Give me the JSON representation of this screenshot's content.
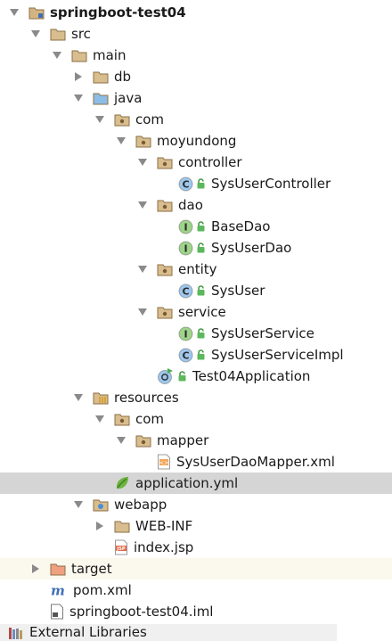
{
  "tree": [
    {
      "label": "springboot-test04",
      "icon": "module-folder-icon",
      "arrow": "down",
      "depth": 0,
      "bold": true
    },
    {
      "label": "src",
      "icon": "folder-icon",
      "arrow": "down",
      "depth": 1
    },
    {
      "label": "main",
      "icon": "folder-icon",
      "arrow": "down",
      "depth": 2
    },
    {
      "label": "db",
      "icon": "folder-icon",
      "arrow": "right",
      "depth": 3
    },
    {
      "label": "java",
      "icon": "source-folder-icon",
      "arrow": "down",
      "depth": 3
    },
    {
      "label": "com",
      "icon": "package-icon",
      "arrow": "down",
      "depth": 4
    },
    {
      "label": "moyundong",
      "icon": "package-icon",
      "arrow": "down",
      "depth": 5
    },
    {
      "label": "controller",
      "icon": "package-icon",
      "arrow": "down",
      "depth": 6
    },
    {
      "label": "SysUserController",
      "icon": "class-icon",
      "arrow": "none",
      "depth": 7,
      "lock": true
    },
    {
      "label": "dao",
      "icon": "package-icon",
      "arrow": "down",
      "depth": 6
    },
    {
      "label": "BaseDao",
      "icon": "interface-icon",
      "arrow": "none",
      "depth": 7,
      "lock": true
    },
    {
      "label": "SysUserDao",
      "icon": "interface-icon",
      "arrow": "none",
      "depth": 7,
      "lock": true
    },
    {
      "label": "entity",
      "icon": "package-icon",
      "arrow": "down",
      "depth": 6
    },
    {
      "label": "SysUser",
      "icon": "class-icon",
      "arrow": "none",
      "depth": 7,
      "lock": true
    },
    {
      "label": "service",
      "icon": "package-icon",
      "arrow": "down",
      "depth": 6
    },
    {
      "label": "SysUserService",
      "icon": "interface-icon",
      "arrow": "none",
      "depth": 7,
      "lock": true
    },
    {
      "label": "SysUserServiceImpl",
      "icon": "class-icon",
      "arrow": "none",
      "depth": 7,
      "lock": true
    },
    {
      "label": "Test04Application",
      "icon": "spring-boot-class-icon",
      "arrow": "none",
      "depth": 6,
      "lock": true
    },
    {
      "label": "resources",
      "icon": "resources-folder-icon",
      "arrow": "down",
      "depth": 3
    },
    {
      "label": "com",
      "icon": "package-icon",
      "arrow": "down",
      "depth": 4
    },
    {
      "label": "mapper",
      "icon": "package-icon",
      "arrow": "down",
      "depth": 5
    },
    {
      "label": "SysUserDaoMapper.xml",
      "icon": "xml-file-icon",
      "arrow": "none",
      "depth": 6
    },
    {
      "label": "application.yml",
      "icon": "spring-leaf-icon",
      "arrow": "none",
      "depth": 4,
      "selected": true
    },
    {
      "label": "webapp",
      "icon": "web-folder-icon",
      "arrow": "down",
      "depth": 3
    },
    {
      "label": "WEB-INF",
      "icon": "folder-icon",
      "arrow": "right",
      "depth": 4
    },
    {
      "label": "index.jsp",
      "icon": "jsp-file-icon",
      "arrow": "none",
      "depth": 4
    },
    {
      "label": "target",
      "icon": "excluded-folder-icon",
      "arrow": "right",
      "depth": 1,
      "excluded": true
    },
    {
      "label": "pom.xml",
      "icon": "maven-icon",
      "arrow": "none",
      "depth": 1
    },
    {
      "label": "springboot-test04.iml",
      "icon": "iml-file-icon",
      "arrow": "none",
      "depth": 1
    }
  ],
  "external_libraries": {
    "label": "External Libraries",
    "icon": "libraries-icon"
  },
  "colors": {
    "selected_row": "#d5d5d5",
    "excluded_row": "#fbf8ee",
    "folder": "#c9a877",
    "source_folder": "#6aa6d6",
    "class_badge": "#3a84c4",
    "interface_badge": "#5eaa4a",
    "excluded_folder": "#e0856a"
  }
}
